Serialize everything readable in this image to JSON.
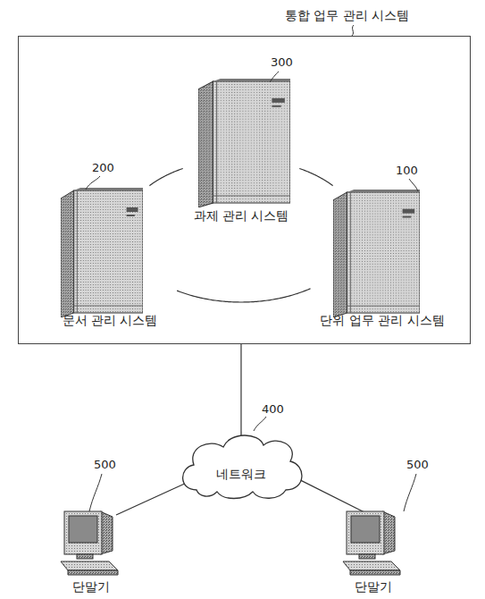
{
  "diagram": {
    "nodes": [
      {
        "text": [
          "통합 업무 관리 시스템"
        ]
      },
      {
        "text": [
          "과제 관리 시스템"
        ],
        "in": 0
      },
      {
        "text": [
          "문서 관리 시스템"
        ],
        "in": 0
      },
      {
        "text": [
          "단위 업무 관리 시스템"
        ],
        "in": 0
      },
      {
        "text": [
          "네트워크"
        ]
      },
      {
        "text": [
          "단말기"
        ]
      },
      {
        "text": [
          "단말기"
        ]
      }
    ],
    "edges": [
      {
        "from": 1,
        "to": 2,
        "arrow": "none"
      },
      {
        "from": 2,
        "to": 3,
        "arrow": "none"
      },
      {
        "from": 3,
        "to": 1,
        "arrow": "none"
      },
      {
        "from": 0,
        "to": 4,
        "arrow": "none"
      },
      {
        "from": 4,
        "to": 5,
        "arrow": "none"
      },
      {
        "from": 4,
        "to": 6,
        "arrow": "none"
      }
    ],
    "labels": [
      "300",
      "200",
      "100",
      "400",
      "500",
      "500"
    ]
  }
}
